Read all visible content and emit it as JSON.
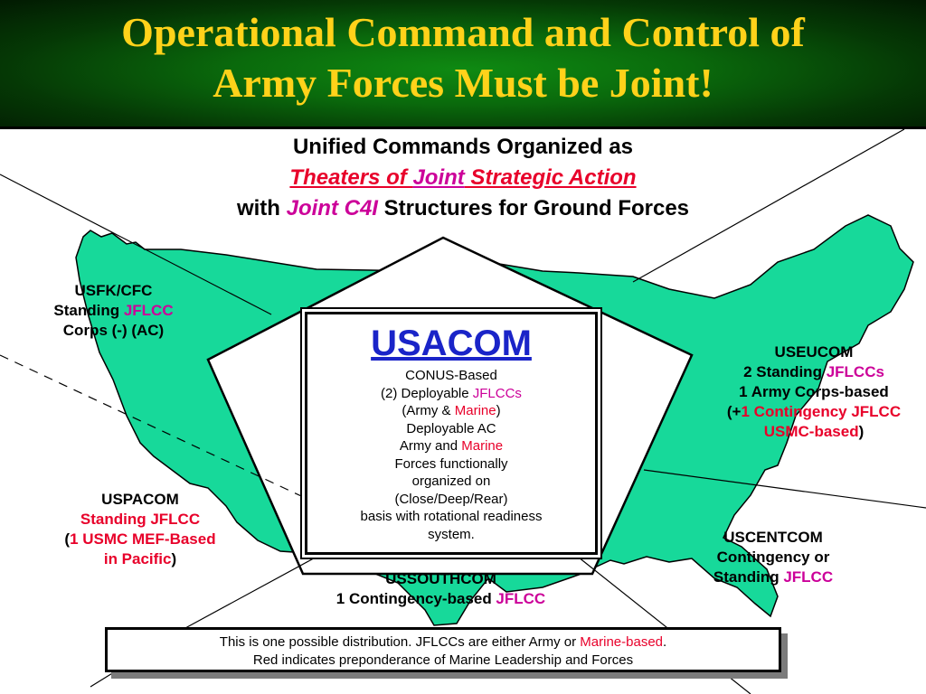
{
  "title": {
    "line1": "Operational Command and Control of",
    "line2": "Army Forces Must be Joint!"
  },
  "subtitle": {
    "line1": "Unified Commands Organized as",
    "line2_a": "Theaters of ",
    "line2_b": "Joint",
    "line2_c": " Strategic Action",
    "line3_a": "with ",
    "line3_b": "Joint C4I",
    "line3_c": " Structures for Ground Forces"
  },
  "usfk": {
    "name": "USFK/CFC",
    "line2_a": "Standing ",
    "line2_b": "JFLCC",
    "line3": "Corps (-) (AC)"
  },
  "usacom": {
    "name": "USACOM",
    "l1": "CONUS-Based",
    "l2_a": "(2) Deployable ",
    "l2_b": "JFLCCs",
    "l3_a": "(Army & ",
    "l3_b": "Marine",
    "l3_c": ")",
    "l4": "Deployable AC",
    "l5_a": "Army and ",
    "l5_b": "Marine",
    "l6": "Forces functionally",
    "l7": "organized on",
    "l8": "(Close/Deep/Rear)",
    "l9": "basis with rotational readiness",
    "l10": "system."
  },
  "useucom": {
    "name": "USEUCOM",
    "line2_a": "2 Standing ",
    "line2_b": "JFLCCs",
    "line3": "1 Army Corps-based",
    "line4_a": "(+",
    "line4_b": "1 Contingency JFLCC",
    "line5_a": "USMC-based",
    "line5_b": ")"
  },
  "uspacom": {
    "name": "USPACOM",
    "line2": "Standing JFLCC",
    "line3_a": "(",
    "line3_b": "1 USMC MEF-Based",
    "line4_a": "in Pacific",
    "line4_b": ")"
  },
  "uscentcom": {
    "name": "USCENTCOM",
    "line2": "Contingency or",
    "line3_a": "Standing ",
    "line3_b": "JFLCC"
  },
  "ussouthcom": {
    "name": "USSOUTHCOM",
    "line2_a": "1 Contingency-based ",
    "line2_b": "JFLCC"
  },
  "note": {
    "line1_a": "This is one possible distribution.  JFLCCs are either Army or ",
    "line1_b": "Marine-based",
    "line1_c": ".",
    "line2": "Red indicates preponderance of Marine Leadership and Forces"
  },
  "colors": {
    "header_green": "#0a6a0c",
    "title_yellow": "#ffd21a",
    "map_green": "#17d99a",
    "usacom_blue": "#1a24c8",
    "red": "#e8002a",
    "magenta": "#cc0099"
  }
}
